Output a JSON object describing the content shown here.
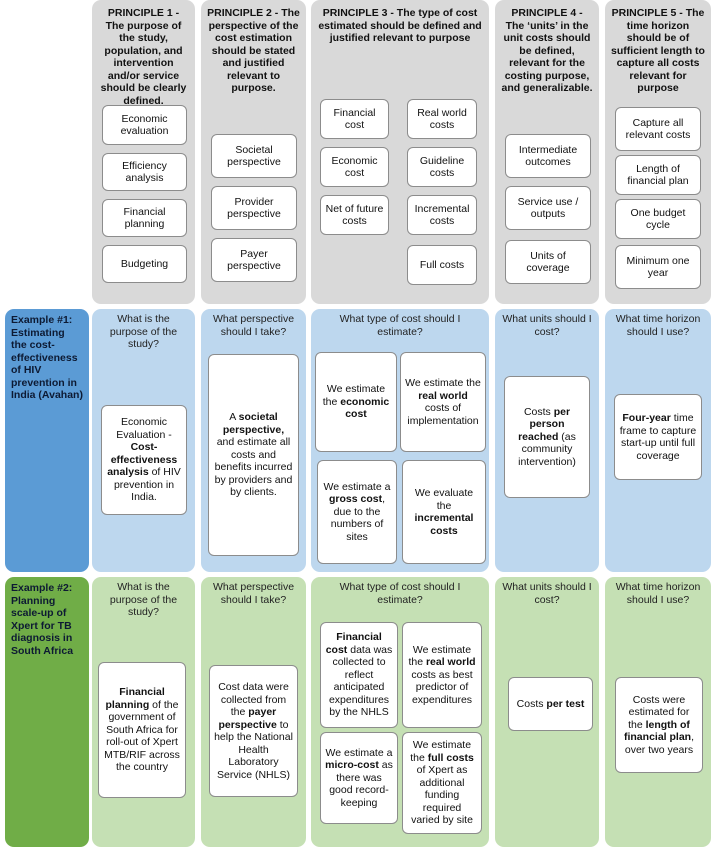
{
  "principles": [
    {
      "heading": "PRINCIPLE 1 - The purpose of the study, population, and intervention and/or service should be clearly defined.",
      "items": [
        "Economic evaluation",
        "Efficiency analysis",
        "Financial planning",
        "Budgeting"
      ]
    },
    {
      "heading": "PRINCIPLE 2 - The perspective of the cost estimation should be stated and justified relevant to purpose.",
      "items": [
        "Societal perspective",
        "Provider perspective",
        "Payer perspective"
      ]
    },
    {
      "heading": "PRINCIPLE 3 - The type of cost estimated should be defined and justified relevant to purpose",
      "items": [
        "Financial cost",
        "Real world costs",
        "Economic cost",
        "Guideline costs",
        "Net of future costs",
        "Incremental costs",
        "Full costs"
      ]
    },
    {
      "heading": "PRINCIPLE 4 - The ‘units’ in the unit costs should be defined, relevant for the costing purpose, and generalizable.",
      "items": [
        "Intermediate outcomes",
        "Service use / outputs",
        "Units of coverage"
      ]
    },
    {
      "heading": "PRINCIPLE 5 - The time horizon should be of sufficient length to capture all costs relevant for purpose",
      "items": [
        "Capture all relevant costs",
        "Length of financial plan",
        "One budget cycle",
        "Minimum one year"
      ]
    }
  ],
  "questions": [
    "What is the purpose of the study?",
    "What perspective should I take?",
    "What type of cost should I estimate?",
    "What units should I cost?",
    "What time horizon should I use?"
  ],
  "example1": {
    "label": "Example #1: Estimating the cost-effectiveness of HIV prevention in India (Avahan)",
    "purpose": {
      "a": "Economic Evaluation - ",
      "b": "Cost-effectiveness analysis",
      "c": " of HIV prevention in India."
    },
    "perspective": {
      "a": "A ",
      "b": "societal perspective,",
      "c": " and estimate all costs and benefits incurred by providers and by clients."
    },
    "cost1": {
      "a": "We estimate the ",
      "b": "economic cost",
      "c": ""
    },
    "cost2": {
      "a": "We estimate the ",
      "b": "real world",
      "c": " costs of implementation"
    },
    "cost3": {
      "a": "We estimate a ",
      "b": "gross cost",
      "c": ", due to the numbers of sites"
    },
    "cost4": {
      "a": "We evaluate the ",
      "b": "incremental costs",
      "c": ""
    },
    "units": {
      "a": "Costs ",
      "b": "per person reached",
      "c": " (as community intervention)"
    },
    "time": {
      "a": "",
      "b": "Four-year",
      "c": " time frame to capture start-up until full coverage"
    }
  },
  "example2": {
    "label": "Example #2: Planning scale-up of Xpert for TB diagnosis in South Africa",
    "purpose": {
      "a": "",
      "b": "Financial planning",
      "c": " of the government of South Africa for roll-out of Xpert MTB/RIF across the country"
    },
    "perspective": {
      "a": "Cost data were collected from the ",
      "b": "payer perspective",
      "c": " to help the National Health Laboratory Service (NHLS)"
    },
    "cost1": {
      "a": "",
      "b": "Financial cost",
      "c": " data was collected to reflect anticipated expenditures by the NHLS"
    },
    "cost2": {
      "a": "We estimate the ",
      "b": "real world",
      "c": " costs as best predictor of expenditures"
    },
    "cost3": {
      "a": "We estimate a ",
      "b": "micro-cost",
      "c": " as there was good record-keeping"
    },
    "cost4": {
      "a": "We estimate the ",
      "b": "full costs",
      "c": " of Xpert as additional funding required varied by site"
    },
    "units": {
      "a": "Costs ",
      "b": "per test",
      "c": ""
    },
    "time": {
      "a": "Costs were estimated for the ",
      "b": "length of financial plan",
      "c": ", over two years"
    }
  },
  "colors": {
    "grey": "#d9d9d9",
    "blue": "#bdd7ee",
    "green": "#c5e0b4",
    "side_blue": "#5b9bd5",
    "side_green": "#70ad47"
  }
}
